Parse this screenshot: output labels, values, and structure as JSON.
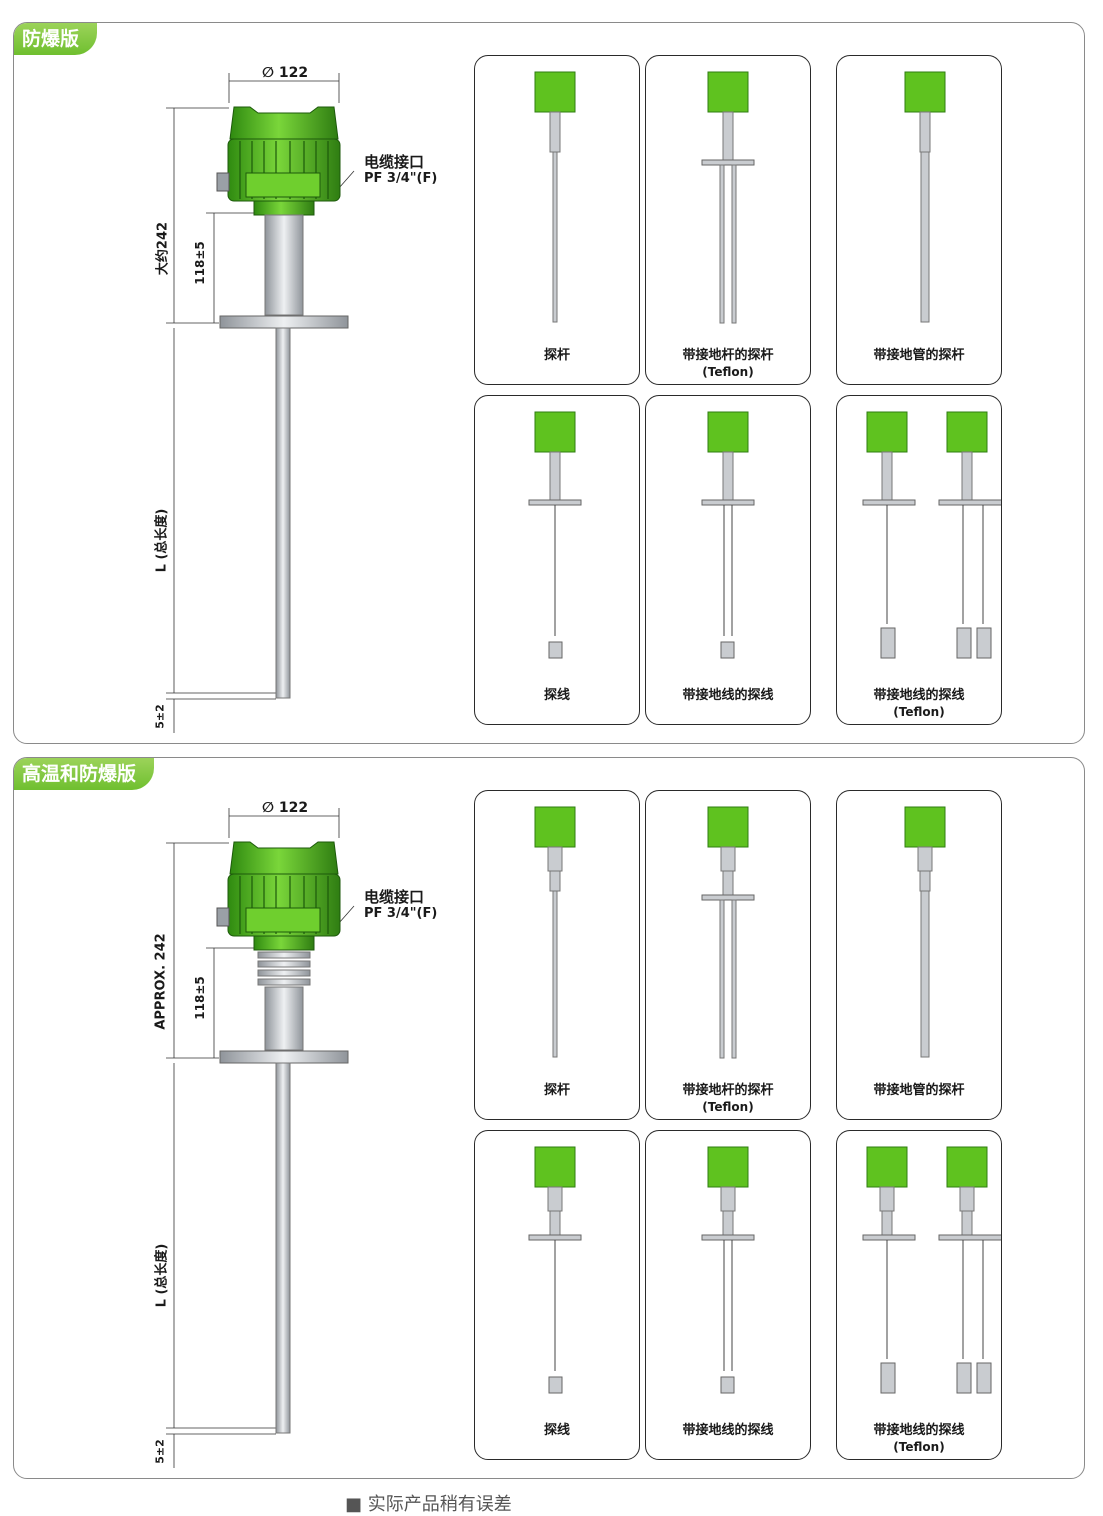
{
  "sections": [
    {
      "tab": "防爆版",
      "diameter": "∅ 122",
      "cable_label": "电缆接口",
      "cable_spec": "PF 3/4\"(F)",
      "height_label": "大约242",
      "neck_label": "118±5",
      "length_label": "L (总长度)",
      "bottom_label": "5±2",
      "variants": [
        {
          "label": "探杆",
          "sub": ""
        },
        {
          "label": "带接地杆的探杆",
          "sub": "(Teflon)"
        },
        {
          "label": "带接地管的探杆",
          "sub": ""
        },
        {
          "label": "探线",
          "sub": ""
        },
        {
          "label": "带接地线的探线",
          "sub": ""
        },
        {
          "label": "带接地线的探线",
          "sub": "(Teflon)"
        }
      ]
    },
    {
      "tab": "高温和防爆版",
      "diameter": "∅ 122",
      "cable_label": "电缆接口",
      "cable_spec": "PF 3/4\"(F)",
      "height_label": "APPROX. 242",
      "neck_label": "118±5",
      "length_label": "L (总长度)",
      "bottom_label": "5±2",
      "variants": [
        {
          "label": "探杆",
          "sub": ""
        },
        {
          "label": "带接地杆的探杆",
          "sub": "(Teflon)"
        },
        {
          "label": "带接地管的探杆",
          "sub": ""
        },
        {
          "label": "探线",
          "sub": ""
        },
        {
          "label": "带接地线的探线",
          "sub": ""
        },
        {
          "label": "带接地线的探线",
          "sub": "(Teflon)"
        }
      ]
    }
  ],
  "footer": "■ 实际产品稍有误差",
  "colors": {
    "green": "#5fc21f",
    "green_dark": "#2f7d12",
    "steel": "#c9ccd0",
    "border": "#8a8a8a"
  }
}
